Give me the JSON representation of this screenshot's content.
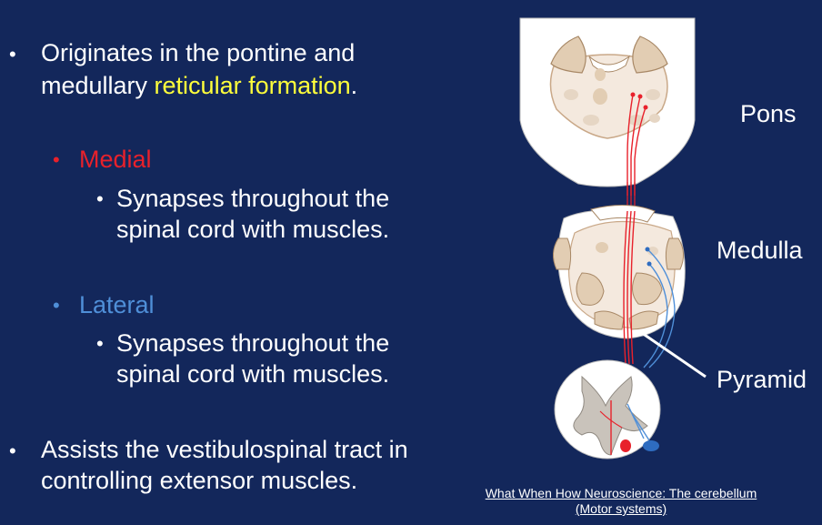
{
  "bullets": {
    "b1_line1": "Originates in the pontine and",
    "b1_line2_pre": "medullary ",
    "b1_line2_highlight": "reticular formation",
    "b1_line2_post": ".",
    "medial_label": "Medial",
    "medial_desc_line1": "Synapses throughout the",
    "medial_desc_line2": "spinal cord with muscles.",
    "lateral_label": "Lateral",
    "lateral_desc_line1": "Synapses throughout the",
    "lateral_desc_line2": "spinal cord with muscles.",
    "b2_line1": "Assists the vestibulospinal tract in",
    "b2_line2": "controlling extensor muscles."
  },
  "diagram": {
    "label_pons": "Pons",
    "label_medulla": "Medulla",
    "label_pyramid": "Pyramid"
  },
  "credit": {
    "line1": "What When How Neuroscience: The cerebellum",
    "line2": "(Motor systems)"
  },
  "colors": {
    "background": "#13275b",
    "highlight_yellow": "#ffff3b",
    "medial_red": "#e8212b",
    "lateral_blue": "#4f8fd8"
  }
}
